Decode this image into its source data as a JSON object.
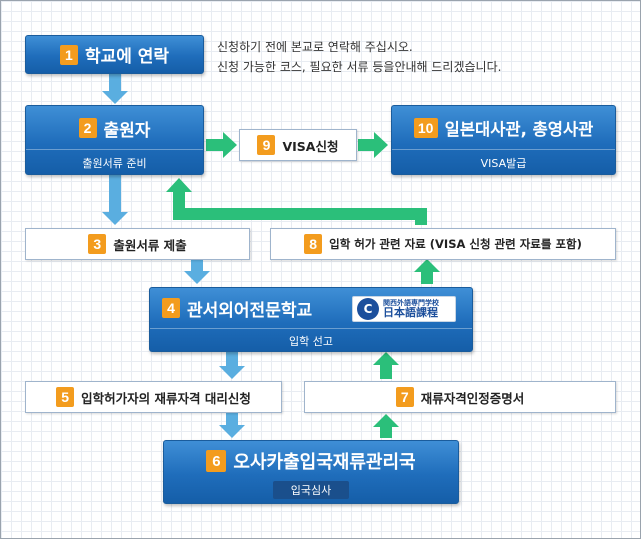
{
  "step1": {
    "num": "1",
    "label": "학교에 연락"
  },
  "step1_note": {
    "line1": "신청하기 전에 본교로 연락해 주십시오.",
    "line2": "신청 가능한 코스, 필요한 서류 등을안내해 드리겠습니다."
  },
  "step2": {
    "num": "2",
    "label": "출원자",
    "sub": "출원서류 준비"
  },
  "step3": {
    "num": "3",
    "label": "출원서류 제출"
  },
  "step4": {
    "num": "4",
    "label": "관서외어전문학교",
    "sub": "입학 선고",
    "logo_top": "関西外語専門学校",
    "logo_bottom": "日本語課程"
  },
  "step5": {
    "num": "5",
    "label": "입학허가자의 재류자격 대리신청"
  },
  "step6": {
    "num": "6",
    "label": "오사카출입국재류관리국",
    "sub": "입국심사"
  },
  "step7": {
    "num": "7",
    "label": "재류자격인정증명서"
  },
  "step8": {
    "num": "8",
    "label": "입학 허가 관련 자료 (VISA 신청 관련 자료를 포함)"
  },
  "step9": {
    "num": "9",
    "label": "VISA신청"
  },
  "step10": {
    "num": "10",
    "label": "일본대사관, 총영사관",
    "sub": "VISA발급"
  },
  "colors": {
    "blue_arrow": "#5aaee0",
    "green_arrow": "#2bbf7a",
    "number_badge": "#f39c1e",
    "box_blue": "#1f6dbb"
  }
}
